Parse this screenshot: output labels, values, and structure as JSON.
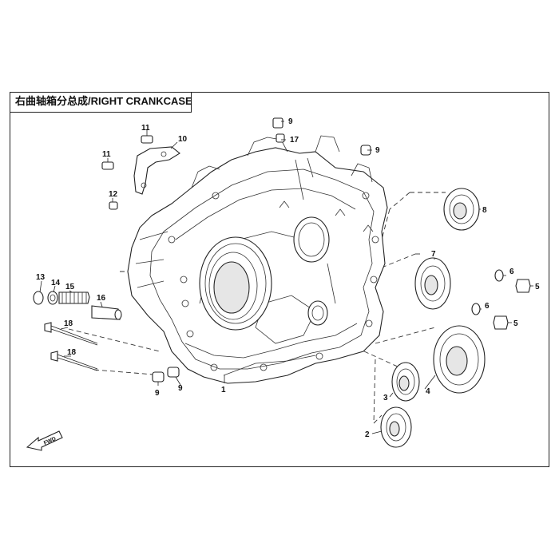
{
  "title": "右曲轴箱分总成/RIGHT CRANKCASE",
  "fwd_label": "FWD",
  "callouts": {
    "c1": "1",
    "c2": "2",
    "c3": "3",
    "c4": "4",
    "c5a": "5",
    "c5b": "5",
    "c6a": "6",
    "c6b": "6",
    "c7": "7",
    "c8": "8",
    "c9a": "9",
    "c9b": "9",
    "c9c": "9",
    "c9d": "9",
    "c10": "10",
    "c11a": "11",
    "c11b": "11",
    "c12": "12",
    "c13": "13",
    "c14": "14",
    "c15": "15",
    "c16": "16",
    "c17": "17",
    "c18a": "18",
    "c18b": "18"
  }
}
